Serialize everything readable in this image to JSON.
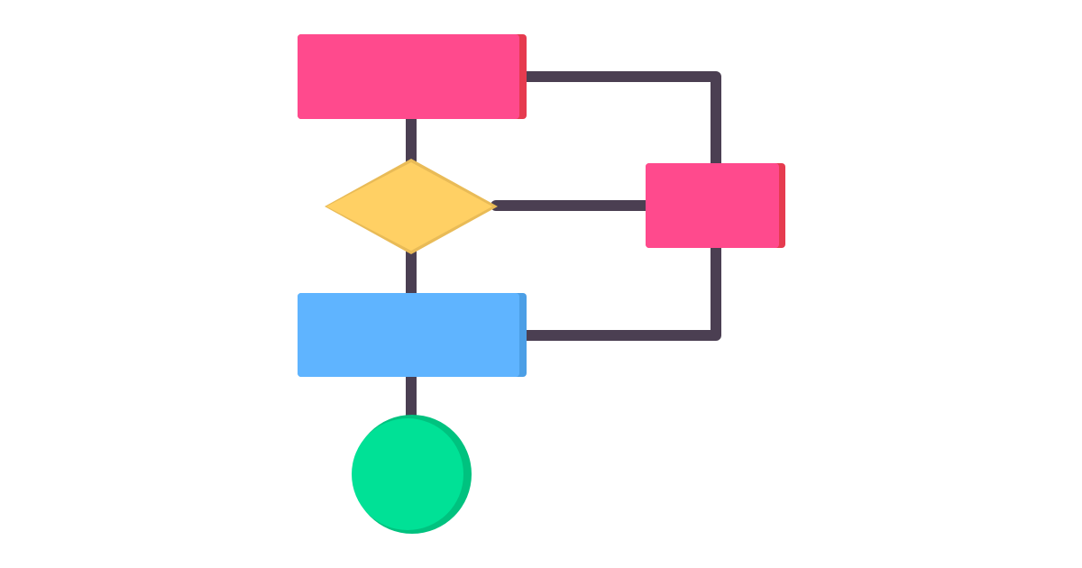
{
  "diagram": {
    "type": "flowchart-illustration",
    "colors": {
      "background": "#ffffff",
      "connector": "#4b3f52",
      "process_top_fill": "#ff4a8d",
      "process_top_shade": "#e63b4f",
      "decision_fill": "#ffd064",
      "decision_shade": "#e9bb57",
      "side_process_fill": "#ff4a8d",
      "side_process_shade": "#e63b4f",
      "process_bottom_fill": "#5fb4ff",
      "process_bottom_shade": "#4c9fe6",
      "terminal_fill": "#00e196",
      "terminal_shade": "#00c27f"
    },
    "nodes": [
      {
        "id": "process-top",
        "shape": "rectangle",
        "label": ""
      },
      {
        "id": "decision",
        "shape": "diamond",
        "label": ""
      },
      {
        "id": "side-process",
        "shape": "rectangle",
        "label": ""
      },
      {
        "id": "process-bottom",
        "shape": "rectangle",
        "label": ""
      },
      {
        "id": "terminal",
        "shape": "circle",
        "label": ""
      }
    ],
    "edges": [
      {
        "from": "process-top",
        "to": "decision"
      },
      {
        "from": "decision",
        "to": "process-bottom"
      },
      {
        "from": "process-bottom",
        "to": "terminal"
      },
      {
        "from": "decision",
        "to": "side-process"
      },
      {
        "from": "process-top",
        "to": "side-process"
      },
      {
        "from": "process-bottom",
        "to": "side-process"
      }
    ]
  }
}
